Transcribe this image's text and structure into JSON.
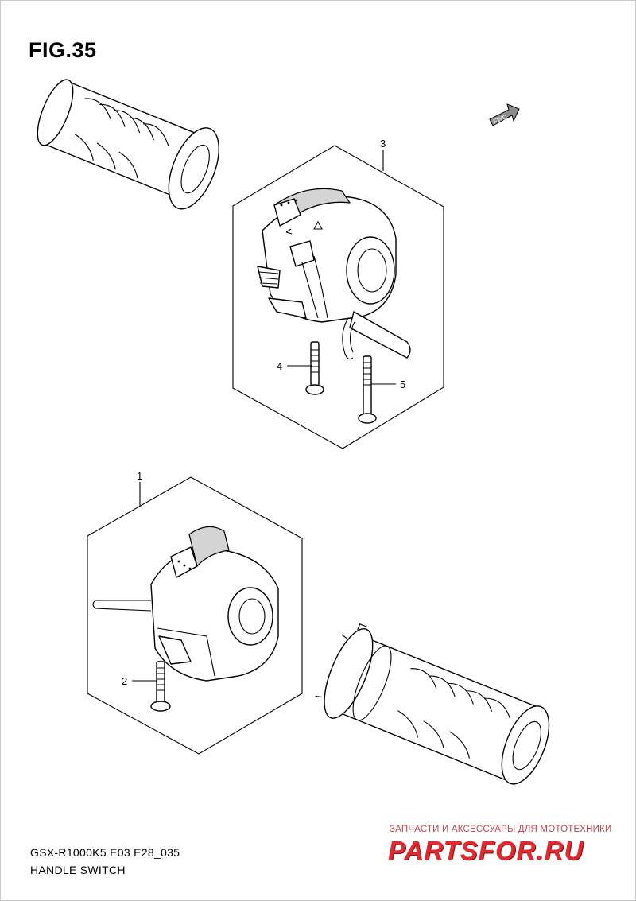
{
  "figure": {
    "title": "FIG.35",
    "model_code": "GSX-R1000K5 E03 E28_035",
    "name": "HANDLE SWITCH"
  },
  "fwd_label": "FWD",
  "callouts": [
    {
      "id": "part-1",
      "label": "1"
    },
    {
      "id": "part-2",
      "label": "2"
    },
    {
      "id": "part-3",
      "label": "3"
    },
    {
      "id": "part-4",
      "label": "4"
    },
    {
      "id": "part-5",
      "label": "5"
    }
  ],
  "watermark": {
    "subtitle": "ЗАПЧАСТИ И АКСЕССУАРЫ ДЛЯ МОТОТЕХНИКИ",
    "brand": "PARTSFOR.RU"
  },
  "colors": {
    "line": "#000000",
    "shade": "#d4d4d4",
    "watermark_red": "#df2a30"
  }
}
